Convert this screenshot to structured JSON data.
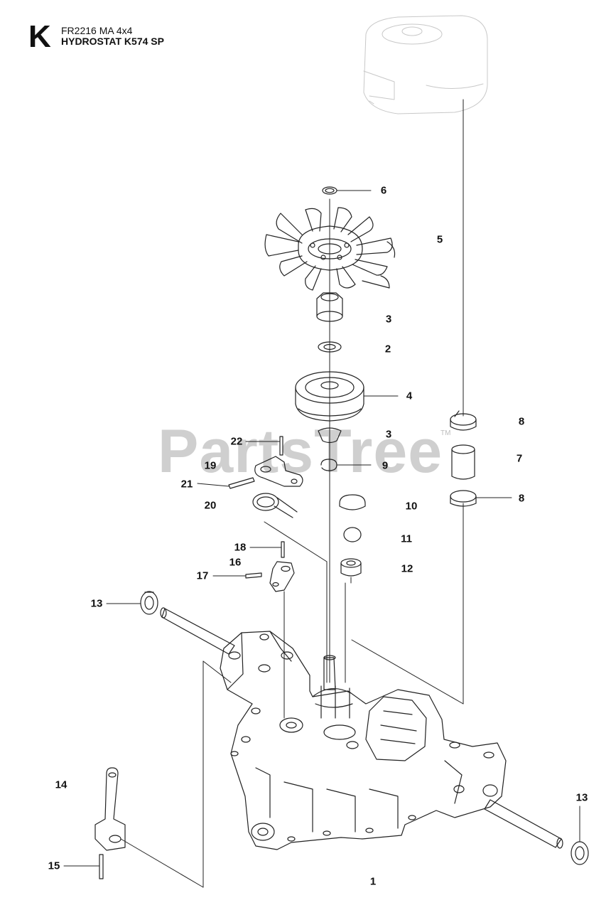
{
  "header": {
    "section_letter": "K",
    "model_line": "FR2216 MA 4x4",
    "assembly_title": "HYDROSTAT K574 SP"
  },
  "watermark": {
    "brand": "PartsTree",
    "trademark": "TM"
  },
  "callouts": [
    "6",
    "5",
    "3",
    "2",
    "4",
    "8",
    "7",
    "3",
    "22",
    "19",
    "9",
    "21",
    "8",
    "10",
    "20",
    "11",
    "18",
    "16",
    "12",
    "17",
    "13",
    "14",
    "13",
    "15",
    "1"
  ],
  "colors": {
    "line": "#222222",
    "watermark": "#cfcfcf",
    "background": "#ffffff"
  }
}
